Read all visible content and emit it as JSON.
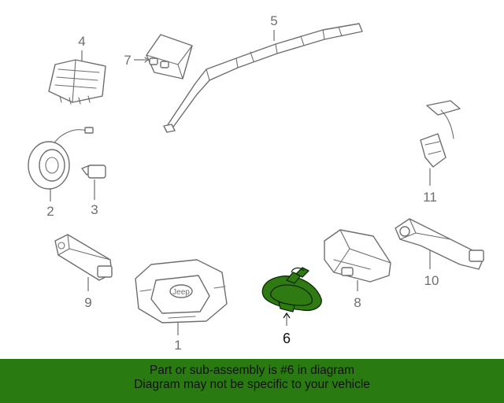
{
  "diagram": {
    "callouts": [
      "1",
      "2",
      "3",
      "4",
      "5",
      "6",
      "7",
      "8",
      "9",
      "10",
      "11"
    ],
    "highlighted_callout": "6",
    "wheel_logo": "Jeep",
    "colors": {
      "highlight": "#2f7a12",
      "line": "#6e6e6e",
      "banner": "#2a7a12"
    }
  },
  "banner": {
    "line1": "Part or sub-assembly is #6 in diagram",
    "line2": "Diagram may not be specific to your vehicle"
  }
}
